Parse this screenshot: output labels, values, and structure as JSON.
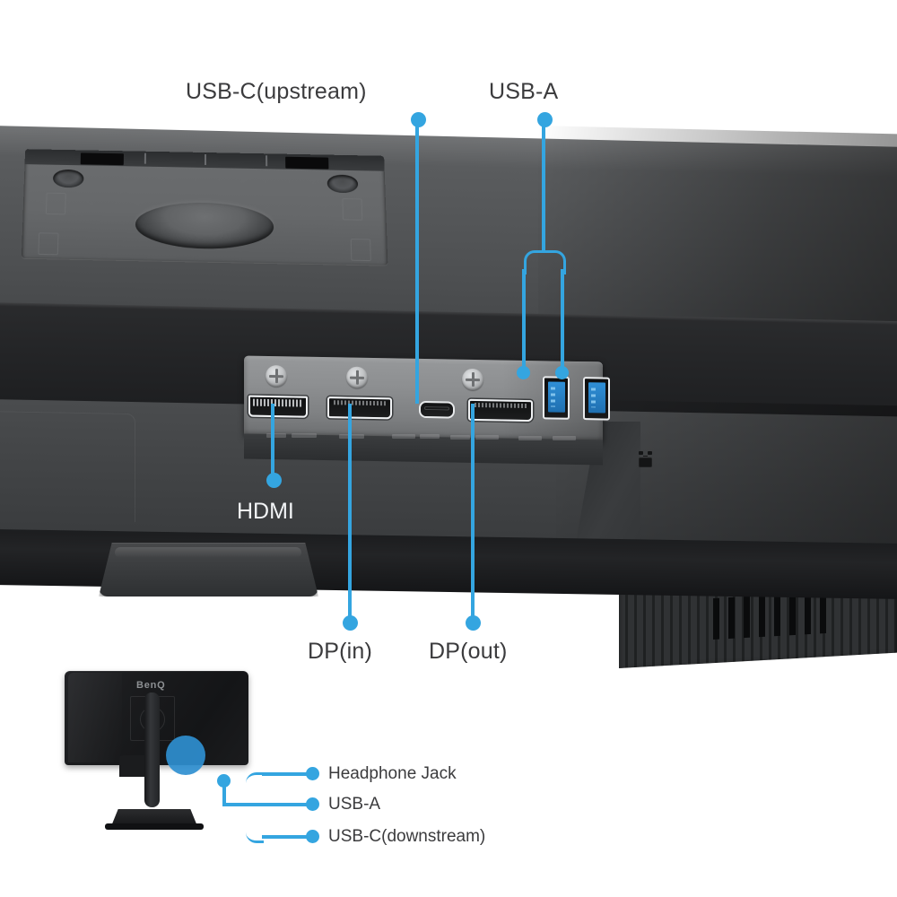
{
  "diagram": {
    "title": "BenQ monitor rear I/O port callout diagram",
    "accent_color": "#34A5E0",
    "label_color": "#3b3b3d",
    "label_color_on_dark": "#f2f4f6",
    "background_color": "#ffffff"
  },
  "brand": {
    "logo_text": "BenQ"
  },
  "top_callouts": [
    {
      "id": "usb-c-upstream",
      "label": "USB-C(upstream)"
    },
    {
      "id": "usb-a",
      "label": "USB-A"
    }
  ],
  "middle_callouts": [
    {
      "id": "hdmi",
      "label": "HDMI"
    }
  ],
  "bottom_callouts": [
    {
      "id": "dp-in",
      "label": "DP(in)"
    },
    {
      "id": "dp-out",
      "label": "DP(out)"
    }
  ],
  "inset_callouts": [
    {
      "id": "headphone-jack",
      "label": "Headphone Jack"
    },
    {
      "id": "usb-a-side",
      "label": "USB-A"
    },
    {
      "id": "usb-c-downstream",
      "label": "USB-C(downstream)"
    }
  ],
  "ports": [
    {
      "id": "hdmi-port",
      "type": "hdmi",
      "label": "HDMI"
    },
    {
      "id": "dp-in-port",
      "type": "displayport",
      "label": "DP(in)"
    },
    {
      "id": "usb-c-upstream-port",
      "type": "usb-c",
      "label": "USB-C(upstream)"
    },
    {
      "id": "dp-out-port",
      "type": "displayport",
      "label": "DP(out)"
    },
    {
      "id": "usb-a-port-1",
      "type": "usb-a",
      "label": "USB-A"
    },
    {
      "id": "usb-a-port-2",
      "type": "usb-a",
      "label": "USB-A"
    }
  ]
}
